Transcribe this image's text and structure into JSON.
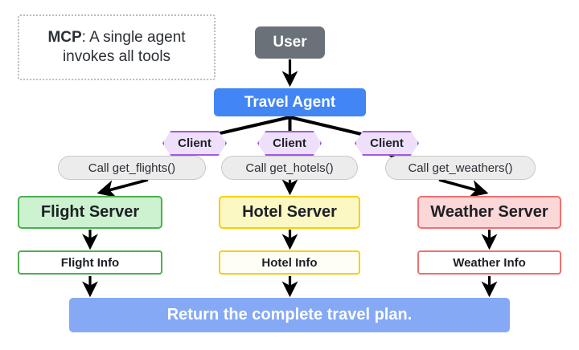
{
  "legend": {
    "title_bold": "MCP",
    "line1_rest": ": A single agent",
    "line2": "invokes all tools"
  },
  "nodes": {
    "user": "User",
    "agent": "Travel Agent",
    "clients": [
      "Client",
      "Client",
      "Client"
    ],
    "calls": [
      "Call get_flights()",
      "Call get_hotels()",
      "Call get_weathers()"
    ],
    "servers": [
      "Flight Server",
      "Hotel Server",
      "Weather Server"
    ],
    "infos": [
      "Flight Info",
      "Hotel Info",
      "Weather Info"
    ],
    "result": "Return the complete travel plan."
  },
  "colors": {
    "user_bg": "#6b7179",
    "agent_bg": "#4285f4",
    "result_bg": "#85a9f5",
    "client_bg": "#eee0fb",
    "client_border": "#a259e6",
    "pill_bg": "#ececec",
    "flight_bg": "#ccf2cf",
    "flight_border": "#4caf50",
    "hotel_bg": "#fcf8c3",
    "hotel_border": "#f6d000",
    "weather_bg": "#fbd7d7",
    "weather_border": "#ef7070",
    "edge": "#000000",
    "legend_border": "#b9bcc2"
  }
}
